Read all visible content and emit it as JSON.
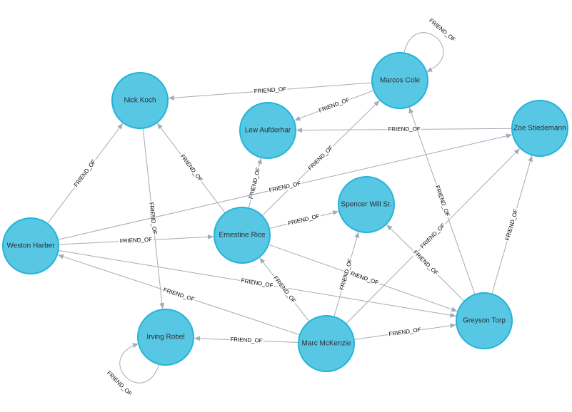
{
  "graph": {
    "colors": {
      "node_fill": "#57C7E3",
      "node_stroke": "#23B3D7",
      "edge": "#A5ABB6"
    },
    "nodes": [
      {
        "id": "nick",
        "label": "Nick Koch"
      },
      {
        "id": "marcos",
        "label": "Marcos Cole"
      },
      {
        "id": "lew",
        "label": "Lew Aufderhar"
      },
      {
        "id": "zoe",
        "label": "Zoe Stiedemann"
      },
      {
        "id": "spencer",
        "label": "Spencer Will Sr."
      },
      {
        "id": "weston",
        "label": "Weston Harber"
      },
      {
        "id": "ernestine",
        "label": "Ernestine Rice"
      },
      {
        "id": "irving",
        "label": "Irving Robel"
      },
      {
        "id": "marc",
        "label": "Marc McKenzie"
      },
      {
        "id": "greyson",
        "label": "Greyson Torp"
      }
    ],
    "edges": [
      {
        "from": "marcos",
        "to": "marcos",
        "label": "FRIEND_OF"
      },
      {
        "from": "marcos",
        "to": "nick",
        "label": "FRIEND_OF"
      },
      {
        "from": "marcos",
        "to": "lew",
        "label": "FRIEND_OF"
      },
      {
        "from": "zoe",
        "to": "lew",
        "label": "FRIEND_OF"
      },
      {
        "from": "weston",
        "to": "nick",
        "label": "FRIEND_OF"
      },
      {
        "from": "nick",
        "to": "irving",
        "label": "FRIEND_OF"
      },
      {
        "from": "ernestine",
        "to": "nick",
        "label": "FRIEND_OF"
      },
      {
        "from": "ernestine",
        "to": "lew",
        "label": "FRIEND_OF"
      },
      {
        "from": "ernestine",
        "to": "marcos",
        "label": "FRIEND_OF"
      },
      {
        "from": "weston",
        "to": "zoe",
        "label": "FRIEND_OF"
      },
      {
        "from": "ernestine",
        "to": "spencer",
        "label": "FRIEND_OF"
      },
      {
        "from": "weston",
        "to": "ernestine",
        "label": "FRIEND_OF"
      },
      {
        "from": "weston",
        "to": "greyson",
        "label": "FRIEND_OF"
      },
      {
        "from": "ernestine",
        "to": "greyson",
        "label": "FRIEND_OF"
      },
      {
        "from": "marc",
        "to": "weston",
        "label": "FRIEND_OF"
      },
      {
        "from": "marc",
        "to": "ernestine",
        "label": "FRIEND_OF"
      },
      {
        "from": "marc",
        "to": "spencer",
        "label": "FRIEND_OF"
      },
      {
        "from": "marc",
        "to": "zoe",
        "label": "FRIEND_OF"
      },
      {
        "from": "marc",
        "to": "irving",
        "label": "FRIEND_OF"
      },
      {
        "from": "marc",
        "to": "greyson",
        "label": "FRIEND_OF"
      },
      {
        "from": "greyson",
        "to": "marcos",
        "label": "FRIEND_OF"
      },
      {
        "from": "greyson",
        "to": "spencer",
        "label": "FRIEND_OF"
      },
      {
        "from": "greyson",
        "to": "zoe",
        "label": "FRIEND_OF"
      },
      {
        "from": "irving",
        "to": "irving",
        "label": "FRIEND_OF"
      }
    ]
  }
}
